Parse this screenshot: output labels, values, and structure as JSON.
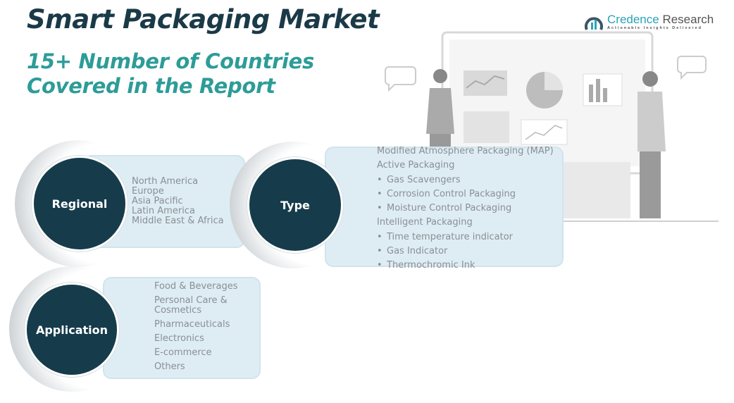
{
  "title": "Smart Packaging Market",
  "subtitle": {
    "line1": "15+ Number of Countries",
    "line2": "Covered in the Report"
  },
  "logo": {
    "name_part1": "Credence",
    "name_part2": " Research",
    "tagline": "Actionable Insights Delivered"
  },
  "segments": {
    "regional": {
      "label": "Regional",
      "items": [
        "North America",
        "Europe",
        "Asia Pacific",
        "Latin America",
        "Middle East & Africa"
      ]
    },
    "type": {
      "label": "Type",
      "items": [
        {
          "text": "Modified Atmosphere Packaging (MAP)",
          "bullet": false
        },
        {
          "text": "Active Packaging",
          "bullet": false
        },
        {
          "text": "Gas Scavengers",
          "bullet": true
        },
        {
          "text": "Corrosion Control Packaging",
          "bullet": true
        },
        {
          "text": "Moisture Control Packaging",
          "bullet": true
        },
        {
          "text": "Intelligent Packaging",
          "bullet": false
        },
        {
          "text": "Time temperature indicator",
          "bullet": true
        },
        {
          "text": "Gas Indicator",
          "bullet": true
        },
        {
          "text": "Thermochromic Ink",
          "bullet": true
        }
      ]
    },
    "application": {
      "label": "Application",
      "items": [
        "Food & Beverages",
        "Personal Care & Cosmetics",
        "Pharmaceuticals",
        "Electronics",
        "E-commerce",
        "Others"
      ]
    }
  },
  "colors": {
    "title": "#1b3a48",
    "subtitle": "#2d9c98",
    "circle": "#163c4b",
    "box": "#deedf4"
  }
}
